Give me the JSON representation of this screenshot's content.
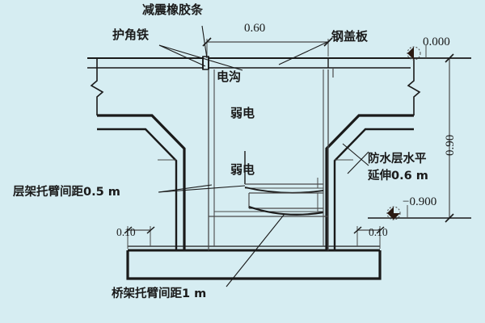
{
  "drawing": {
    "title_kind": "cable-trench-section",
    "background_color": "#d6edf2",
    "line_color": "#1a1a1a",
    "thin_line_color": "#4a4a4a"
  },
  "labels": {
    "damping_rubber_strip": "减震橡胶条",
    "corner_angle_iron": "护角铁",
    "steel_cover_plate": "钢盖板",
    "cable_trench": "电沟",
    "weak_current_upper": "弱电",
    "weak_current_lower": "弱电",
    "waterproof_layer_line1": "防水层水平",
    "waterproof_layer_line2": "延伸0.6 m",
    "shelf_bracket_spacing": "层架托臂间距0.5 m",
    "tray_bracket_spacing": "桥架托臂间距1 m"
  },
  "dimensions": {
    "opening_width": "0.60",
    "depth": "0.90",
    "slab_left": "0.10",
    "slab_right": "0.10",
    "elevation_top": "0.000",
    "elevation_bottom": "−0.900"
  }
}
